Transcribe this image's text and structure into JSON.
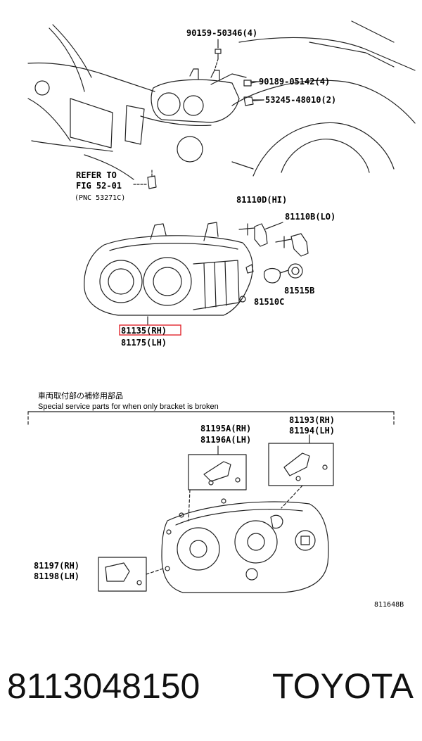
{
  "top_callouts": {
    "bolt_upper": "90159-50346(4)",
    "screw_right": "90189-05142(4)",
    "clip_right": "53245-48010(2)",
    "refer_line1": "REFER TO",
    "refer_line2": "FIG 52-01",
    "refer_line3": "(PNC 53271C)"
  },
  "lamp_callouts": {
    "bulb_hi": "81110D(HI)",
    "bulb_lo": "81110B(LO)",
    "socket": "81515B",
    "bulb_small": "81510C",
    "unit_rh": "81135(RH)",
    "unit_lh": "81175(LH)"
  },
  "service_section": {
    "note_jp": "車両取付部の補修用部品",
    "note_en": "Special service parts for when only bracket is broken",
    "bracket_a_rh": "81195A(RH)",
    "bracket_a_lh": "81196A(LH)",
    "bracket_b_rh": "81193(RH)",
    "bracket_b_lh": "81194(LH)",
    "bracket_c_rh": "81197(RH)",
    "bracket_c_lh": "81198(LH)",
    "figure_code": "811648B"
  },
  "footer": {
    "part_number": "8113048150",
    "brand": "TOYOTA"
  },
  "colors": {
    "line": "#222222",
    "highlight": "#e0262e"
  }
}
